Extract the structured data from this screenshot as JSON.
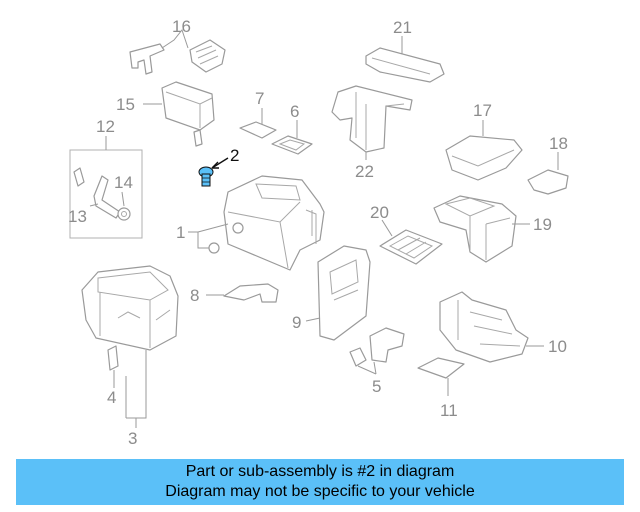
{
  "callouts": {
    "c1": "1",
    "c2": "2",
    "c3": "3",
    "c4": "4",
    "c5": "5",
    "c6": "6",
    "c7": "7",
    "c8": "8",
    "c9": "9",
    "c10": "10",
    "c11": "11",
    "c12": "12",
    "c13": "13",
    "c14": "14",
    "c15": "15",
    "c16": "16",
    "c17": "17",
    "c18": "18",
    "c19": "19",
    "c20": "20",
    "c21": "21",
    "c22": "22"
  },
  "highlighted_part": "2",
  "colors": {
    "caption_bg": "#5bc0f8",
    "highlight": "#5bc0f8",
    "line": "#9a9a9a"
  },
  "caption": {
    "line1": "Part or sub-assembly is #2 in diagram",
    "line2": "Diagram may not be specific to your vehicle"
  }
}
